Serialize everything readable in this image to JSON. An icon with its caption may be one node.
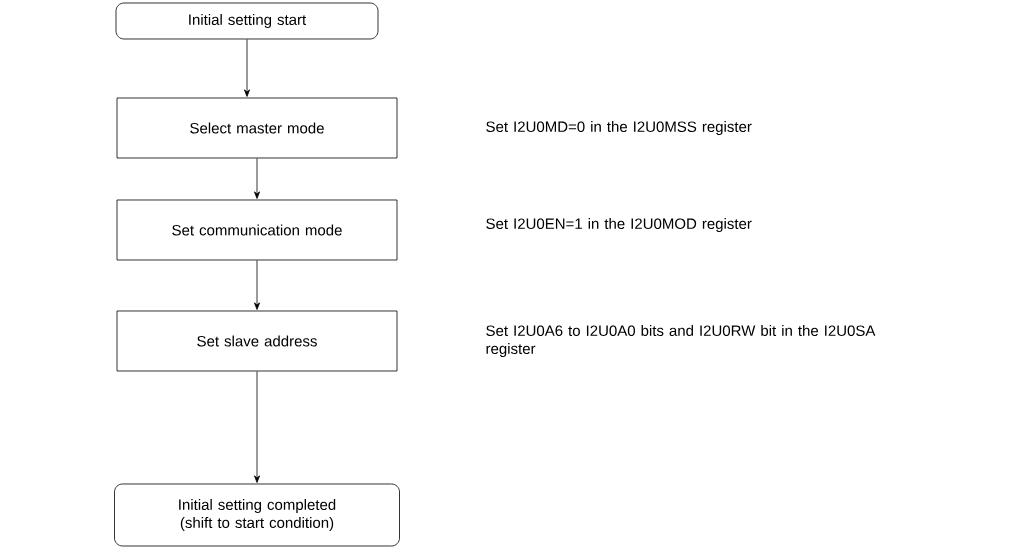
{
  "diagram": {
    "nodes": [
      {
        "text": [
          "Initial setting start"
        ]
      },
      {
        "text": [
          "Select master mode"
        ]
      },
      {
        "text": [
          "Set communication mode"
        ]
      },
      {
        "text": [
          "Set slave address"
        ]
      },
      {
        "text": [
          "Initial setting completed (shift to start condition)"
        ]
      }
    ],
    "edges": [
      {
        "from": 0,
        "to": 1,
        "arrow": "to"
      },
      {
        "from": 1,
        "to": 2,
        "arrow": "to"
      },
      {
        "from": 2,
        "to": 3,
        "arrow": "to"
      },
      {
        "from": 3,
        "to": 4,
        "arrow": "to"
      }
    ],
    "labels": [
      "Set I2U0MD=0 in the I2U0MSS register",
      "Set I2U0EN=1 in the I2U0MOD register",
      "Set I2U0A6 to I2U0A0 bits and I2U0RW bit in the I2U0SA register"
    ]
  }
}
